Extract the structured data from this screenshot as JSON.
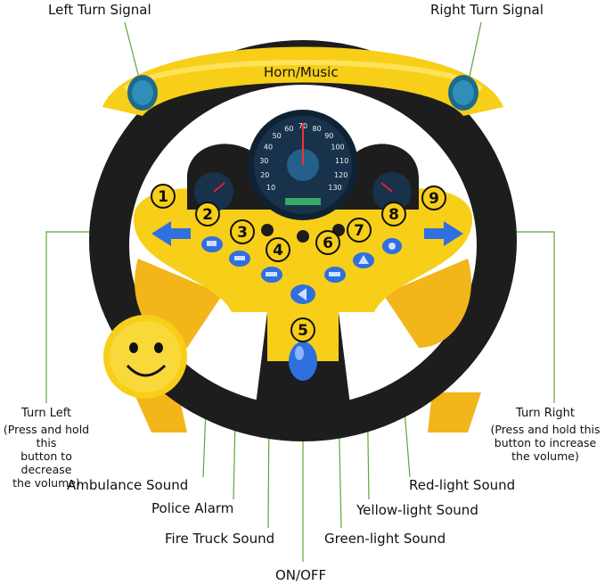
{
  "labels": {
    "left_turn_signal": "Left Turn Signal",
    "right_turn_signal": "Right Turn Signal",
    "horn_music": "Horn/Music",
    "turn_left": "Turn Left",
    "turn_left_note": [
      "(Press and hold this",
      "button to decrease",
      "the volume)"
    ],
    "turn_right": "Turn Right",
    "turn_right_note": [
      "(Press and hold this",
      "button to increase",
      "the volume)"
    ],
    "ambulance_sound": "Ambulance Sound",
    "police_alarm": "Police Alarm",
    "fire_truck_sound": "Fire Truck Sound",
    "on_off": "ON/OFF",
    "green_light_sound": "Green-light Sound",
    "yellow_light_sound": "Yellow-light Sound",
    "red_light_sound": "Red-light Sound"
  },
  "button_numbers": [
    "1",
    "2",
    "3",
    "4",
    "5",
    "6",
    "7",
    "8",
    "9"
  ],
  "speedometer_ticks": [
    "10",
    "20",
    "30",
    "40",
    "50",
    "60",
    "70",
    "80",
    "90",
    "100",
    "110",
    "120",
    "130"
  ],
  "colors": {
    "wheel_yellow": "#f7cf18",
    "wheel_black": "#1d1d1d",
    "button_blue": "#2f6fe0",
    "callout_line": "#5ea53a",
    "gauge_bg": "#17324a"
  },
  "icons": [
    "arrow-left-icon",
    "arrow-right-icon",
    "ambulance-icon",
    "police-car-icon",
    "fire-truck-icon",
    "horn-icon",
    "power-icon",
    "green-light-icon",
    "yellow-light-icon",
    "red-light-icon",
    "smiley-face-icon"
  ]
}
